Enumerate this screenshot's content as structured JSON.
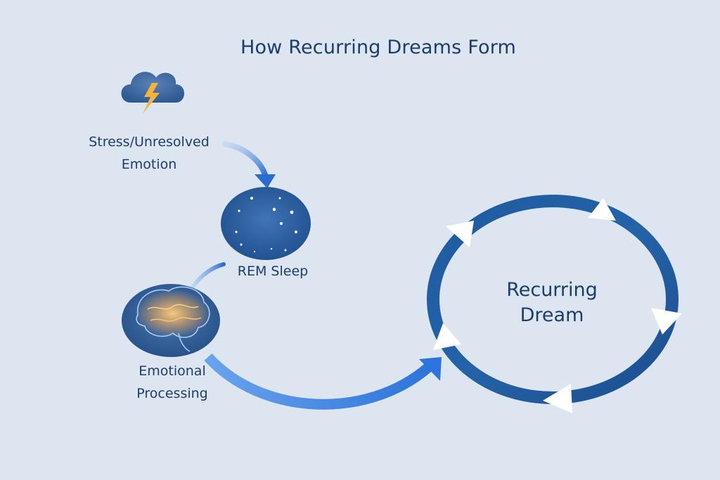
{
  "title": "How Recurring Dreams Form",
  "nodes": [
    {
      "id": "stress",
      "label": "Stress/Unresolved Emotion",
      "icon": "storm-cloud-icon"
    },
    {
      "id": "rem",
      "label": "REM Sleep",
      "icon": "moon-stars-icon"
    },
    {
      "id": "emotion",
      "label": "Emotional Processing",
      "icon": "brain-icon"
    },
    {
      "id": "recurring",
      "label": "Recurring Dream",
      "icon": "cycle-loop-icon"
    }
  ],
  "edges": [
    {
      "from": "stress",
      "to": "rem"
    },
    {
      "from": "rem",
      "to": "emotion"
    },
    {
      "from": "emotion",
      "to": "recurring"
    }
  ],
  "labels": {
    "stress_line1": "Stress/Unresolved",
    "stress_line2": "Emotion",
    "rem": "REM Sleep",
    "emotion_line1": "Emotional",
    "emotion_line2": "Processing",
    "recur_line1": "Recurring",
    "recur_line2": "Dream"
  },
  "colors": {
    "background": "#dde6f0",
    "text": "#1d3c6e",
    "arrow": "#3b7ddd",
    "loop": "#1f5aa0",
    "bolt": "#f5b53b",
    "moon": "#f7dfa2"
  }
}
